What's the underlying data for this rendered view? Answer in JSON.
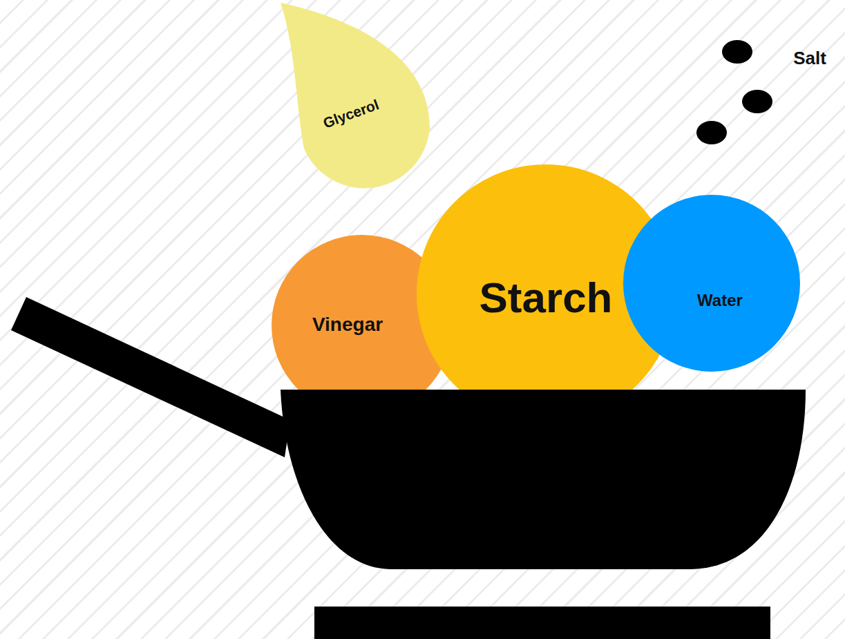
{
  "diagram": {
    "nodes": [
      {
        "text": [
          "Glycerol"
        ]
      },
      {
        "text": [
          "Vinegar"
        ]
      },
      {
        "text": [
          "Starch"
        ]
      },
      {
        "text": [
          "Water"
        ]
      }
    ],
    "labels": [
      "Salt"
    ]
  }
}
